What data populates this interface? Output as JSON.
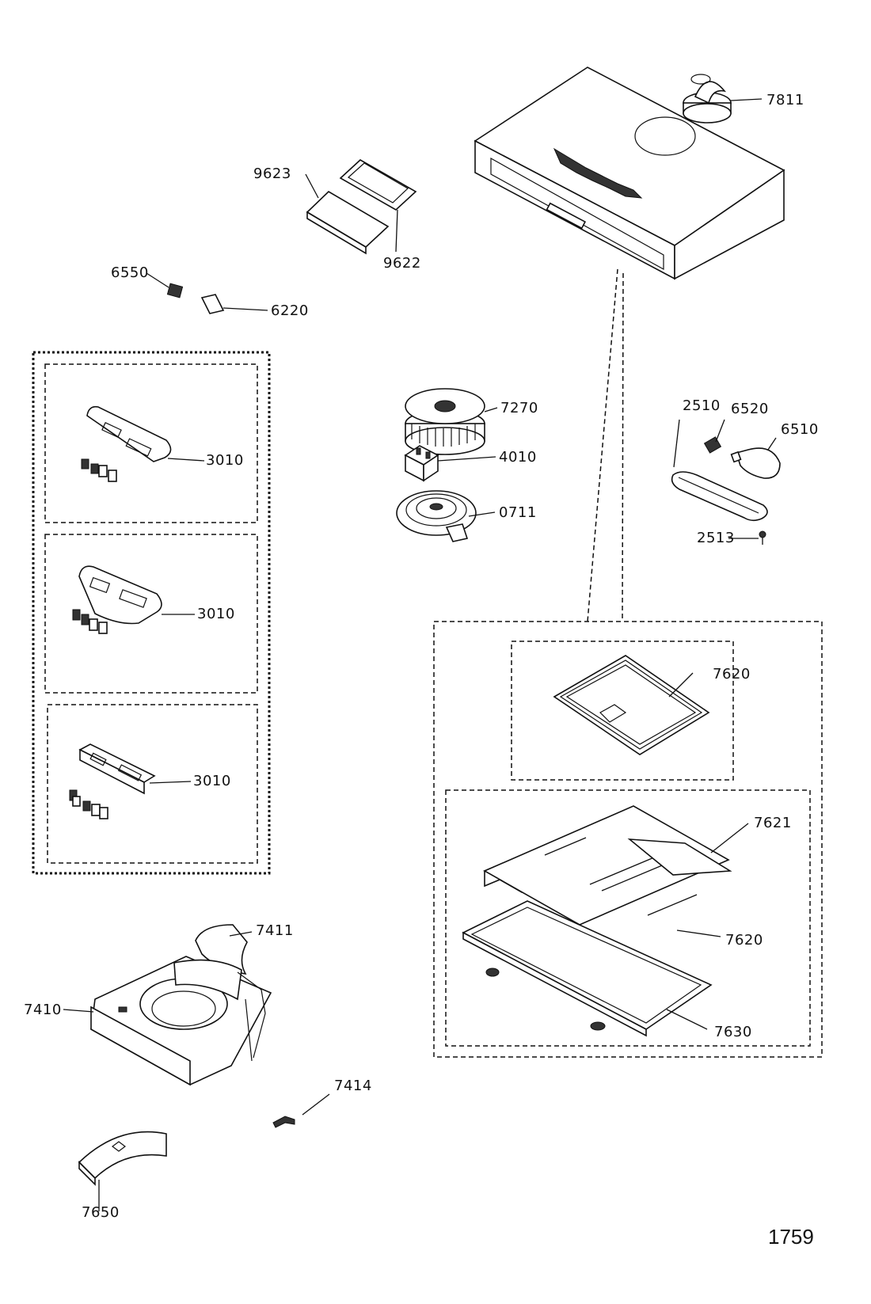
{
  "labels": {
    "p7811": "7811",
    "p9623": "9623",
    "p9622": "9622",
    "p6550": "6550",
    "p6220": "6220",
    "p3010a": "3010",
    "p3010b": "3010",
    "p3010c": "3010",
    "p7270": "7270",
    "p4010": "4010",
    "p0711": "0711",
    "p2510": "2510",
    "p6520": "6520",
    "p6510": "6510",
    "p2513": "2513",
    "p7620a": "7620",
    "p7621": "7621",
    "p7620b": "7620",
    "p7630": "7630",
    "p7411": "7411",
    "p7410": "7410",
    "p7414": "7414",
    "p7650": "7650"
  },
  "page_number": "1759"
}
